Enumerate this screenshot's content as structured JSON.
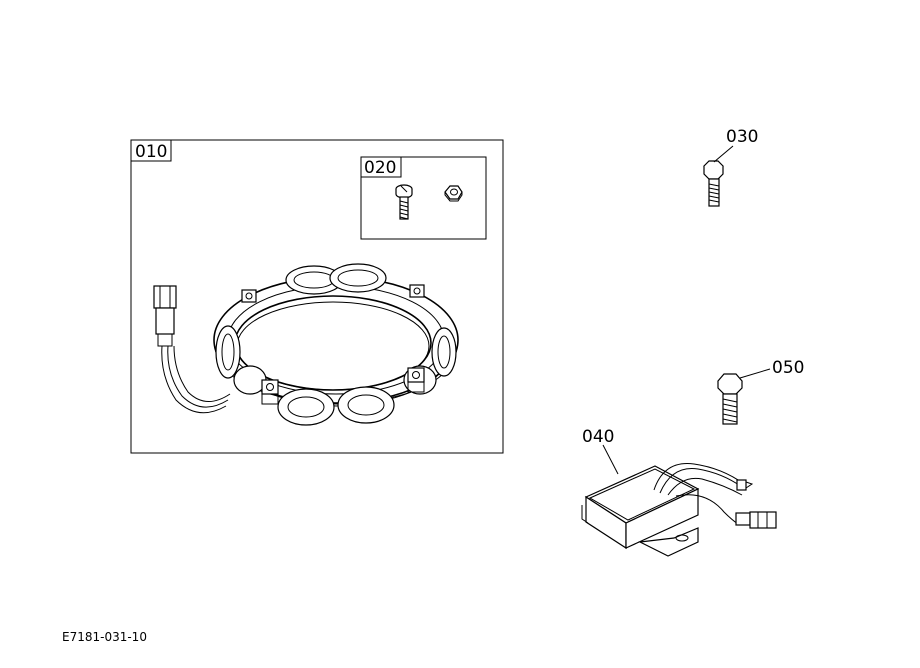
{
  "callouts": {
    "p010": "010",
    "p020": "020",
    "p030": "030",
    "p040": "040",
    "p050": "050"
  },
  "drawing_code": "E7181-031-10"
}
